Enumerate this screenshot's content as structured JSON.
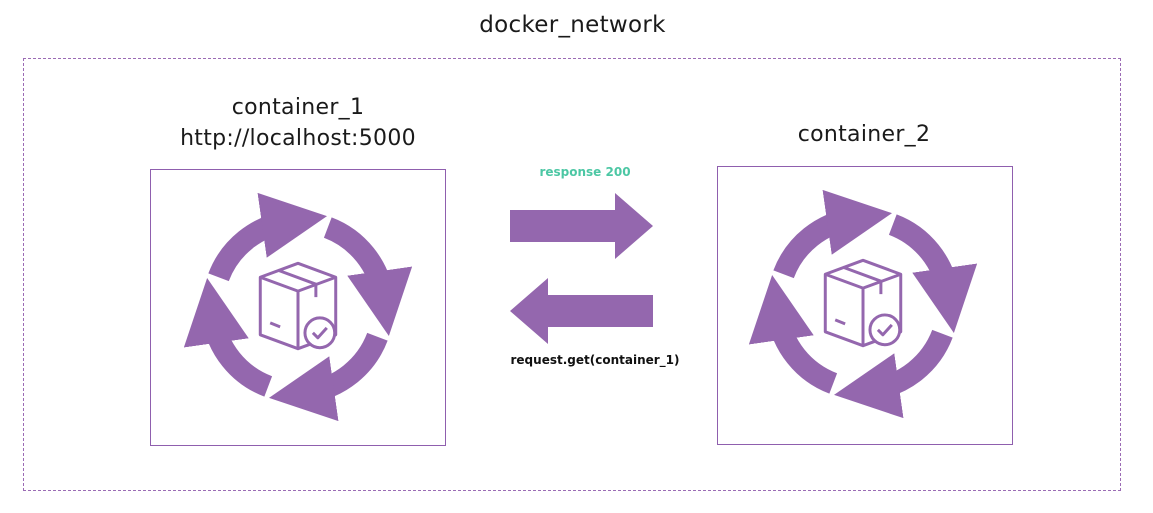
{
  "network": {
    "label": "docker_network"
  },
  "containers": [
    {
      "title_line1": "container_1",
      "title_line2": "http://localhost:5000",
      "icon": "cycle-package-icon"
    },
    {
      "title_line1": "container_2",
      "title_line2": "",
      "icon": "cycle-package-icon"
    }
  ],
  "arrows": {
    "response_label": "response 200",
    "request_label": "request.get(container_1)"
  },
  "colors": {
    "accent": "#8f5fae",
    "arrow_fill": "#9467ae",
    "response_text": "#4cc7a4",
    "dashed_border": "#9b6bb5"
  }
}
